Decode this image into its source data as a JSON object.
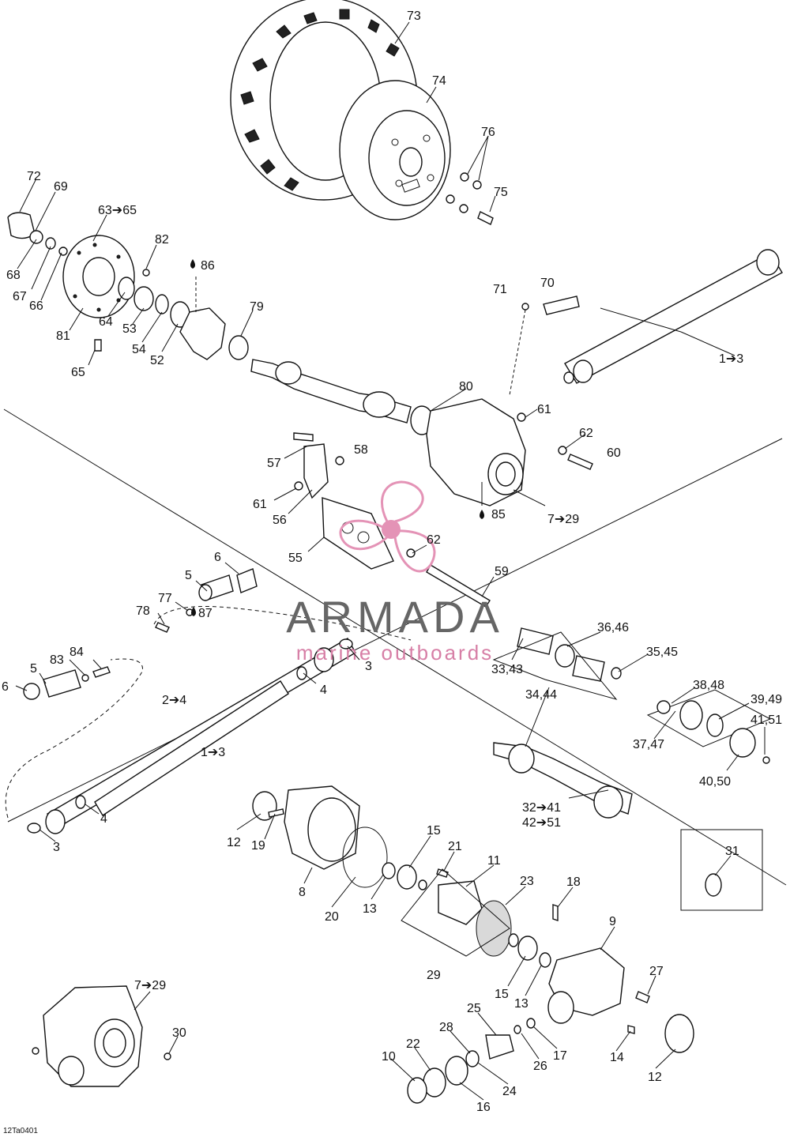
{
  "drawing_code": "12Ta0401",
  "watermark": {
    "brand": "ARMADA",
    "tagline": "marine outboards",
    "logo_color": "#e493b6",
    "text_color": "#666666"
  },
  "callouts": [
    {
      "id": "c73",
      "text": "73"
    },
    {
      "id": "c74",
      "text": "74"
    },
    {
      "id": "c76",
      "text": "76"
    },
    {
      "id": "c75",
      "text": "75"
    },
    {
      "id": "c72",
      "text": "72"
    },
    {
      "id": "c69",
      "text": "69"
    },
    {
      "id": "c63",
      "text": "63➔65"
    },
    {
      "id": "c82",
      "text": "82"
    },
    {
      "id": "c86",
      "text": "86"
    },
    {
      "id": "c68",
      "text": "68"
    },
    {
      "id": "c67",
      "text": "67"
    },
    {
      "id": "c66",
      "text": "66"
    },
    {
      "id": "c81",
      "text": "81"
    },
    {
      "id": "c64",
      "text": "64"
    },
    {
      "id": "c53",
      "text": "53"
    },
    {
      "id": "c54",
      "text": "54"
    },
    {
      "id": "c52",
      "text": "52"
    },
    {
      "id": "c79",
      "text": "79"
    },
    {
      "id": "c65",
      "text": "65"
    },
    {
      "id": "c71",
      "text": "71"
    },
    {
      "id": "c70",
      "text": "70"
    },
    {
      "id": "c1a",
      "text": "1➔3"
    },
    {
      "id": "c80",
      "text": "80"
    },
    {
      "id": "c61a",
      "text": "61"
    },
    {
      "id": "c62a",
      "text": "62"
    },
    {
      "id": "c60",
      "text": "60"
    },
    {
      "id": "c57",
      "text": "57"
    },
    {
      "id": "c58",
      "text": "58"
    },
    {
      "id": "c61b",
      "text": "61"
    },
    {
      "id": "c56",
      "text": "56"
    },
    {
      "id": "c85",
      "text": "85"
    },
    {
      "id": "c7a",
      "text": "7➔29"
    },
    {
      "id": "c55",
      "text": "55"
    },
    {
      "id": "c62b",
      "text": "62"
    },
    {
      "id": "c59",
      "text": "59"
    },
    {
      "id": "c6a",
      "text": "6"
    },
    {
      "id": "c5a",
      "text": "5"
    },
    {
      "id": "c77",
      "text": "77"
    },
    {
      "id": "c78",
      "text": "78"
    },
    {
      "id": "c87",
      "text": "87"
    },
    {
      "id": "c3a",
      "text": "3"
    },
    {
      "id": "c4a",
      "text": "4"
    },
    {
      "id": "c3646",
      "text": "36,46"
    },
    {
      "id": "c3545",
      "text": "35,45"
    },
    {
      "id": "c3343",
      "text": "33,43"
    },
    {
      "id": "c3444",
      "text": "34,44"
    },
    {
      "id": "c5b",
      "text": "5"
    },
    {
      "id": "c83",
      "text": "83"
    },
    {
      "id": "c84",
      "text": "84"
    },
    {
      "id": "c6b",
      "text": "6"
    },
    {
      "id": "c2",
      "text": "2➔4"
    },
    {
      "id": "c1b",
      "text": "1➔3"
    },
    {
      "id": "c3848",
      "text": "38,48"
    },
    {
      "id": "c3949",
      "text": "39,49"
    },
    {
      "id": "c4151",
      "text": "41,51"
    },
    {
      "id": "c3747",
      "text": "37,47"
    },
    {
      "id": "c4050",
      "text": "40,50"
    },
    {
      "id": "c32",
      "text": "32➔41"
    },
    {
      "id": "c42",
      "text": "42➔51"
    },
    {
      "id": "c4b",
      "text": "4"
    },
    {
      "id": "c3b",
      "text": "3"
    },
    {
      "id": "c12a",
      "text": "12"
    },
    {
      "id": "c19",
      "text": "19"
    },
    {
      "id": "c8",
      "text": "8"
    },
    {
      "id": "c20",
      "text": "20"
    },
    {
      "id": "c13a",
      "text": "13"
    },
    {
      "id": "c15a",
      "text": "15"
    },
    {
      "id": "c21",
      "text": "21"
    },
    {
      "id": "c11",
      "text": "11"
    },
    {
      "id": "c23",
      "text": "23"
    },
    {
      "id": "c18",
      "text": "18"
    },
    {
      "id": "c31",
      "text": "31"
    },
    {
      "id": "c29",
      "text": "29"
    },
    {
      "id": "c9",
      "text": "9"
    },
    {
      "id": "c15b",
      "text": "15"
    },
    {
      "id": "c13b",
      "text": "13"
    },
    {
      "id": "c27",
      "text": "27"
    },
    {
      "id": "c7b",
      "text": "7➔29"
    },
    {
      "id": "c30",
      "text": "30"
    },
    {
      "id": "c25",
      "text": "25"
    },
    {
      "id": "c28",
      "text": "28"
    },
    {
      "id": "c22",
      "text": "22"
    },
    {
      "id": "c10",
      "text": "10"
    },
    {
      "id": "c26",
      "text": "26"
    },
    {
      "id": "c17",
      "text": "17"
    },
    {
      "id": "c14",
      "text": "14"
    },
    {
      "id": "c24",
      "text": "24"
    },
    {
      "id": "c16",
      "text": "16"
    },
    {
      "id": "c12b",
      "text": "12"
    }
  ]
}
